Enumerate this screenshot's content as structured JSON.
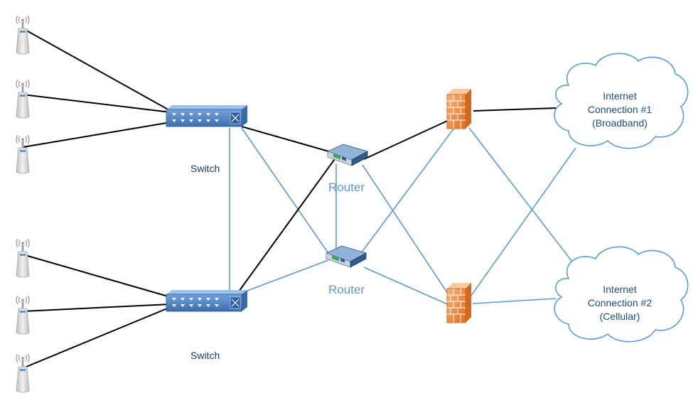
{
  "diagram": {
    "switches": [
      {
        "id": "switch-top",
        "label": "Switch"
      },
      {
        "id": "switch-bottom",
        "label": "Switch"
      }
    ],
    "routers": [
      {
        "id": "router-top",
        "label": "Router"
      },
      {
        "id": "router-bottom",
        "label": "Router"
      }
    ],
    "firewalls": [
      {
        "id": "firewall-top"
      },
      {
        "id": "firewall-bottom"
      }
    ],
    "clouds": [
      {
        "id": "internet-1",
        "lines": [
          "Internet",
          "Connection #1",
          "(Broadband)"
        ]
      },
      {
        "id": "internet-2",
        "lines": [
          "Internet",
          "Connection #2",
          "(Cellular)"
        ]
      }
    ],
    "access_points_count_note": "",
    "colors": {
      "primary_link": "#000000",
      "backup_link": "#5b9bd5",
      "switch_fill": "#4f87c9",
      "router_fill": "#4a6f9c",
      "firewall_fill": "#f4a261",
      "cloud_stroke": "#5b9bd5",
      "ap_fill": "#d9d9d9"
    }
  }
}
